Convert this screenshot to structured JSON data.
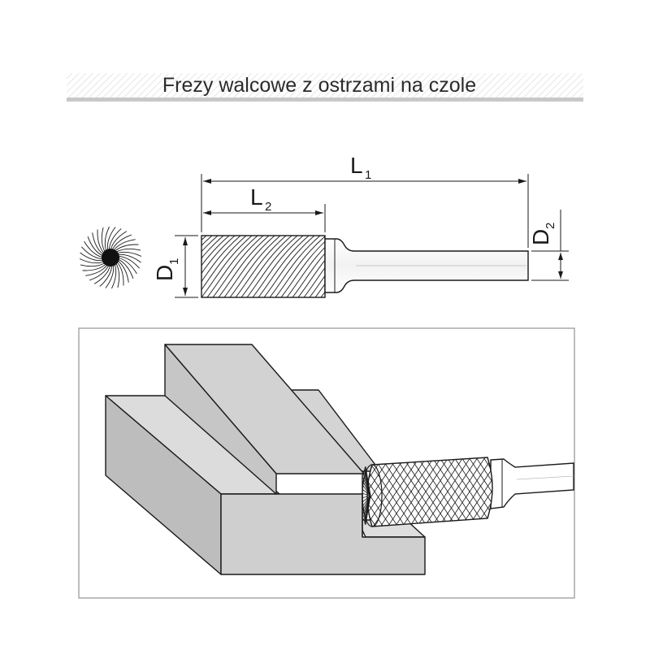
{
  "header": {
    "title": "Frezy walcowe z ostrzami na czole"
  },
  "dimensions": {
    "L1": {
      "main": "L",
      "sub": "1"
    },
    "L2": {
      "main": "L",
      "sub": "2"
    },
    "D1": {
      "main": "D",
      "sub": "1"
    },
    "D2": {
      "main": "D",
      "sub": "2"
    }
  },
  "colors": {
    "stroke": "#1a1a1a",
    "title_bar": "#c8c8c8",
    "block_top": "#d9d9d9",
    "block_side": "#bdbdbd",
    "block_front": "#cfcfcf",
    "frame": "#9a9a9a"
  }
}
